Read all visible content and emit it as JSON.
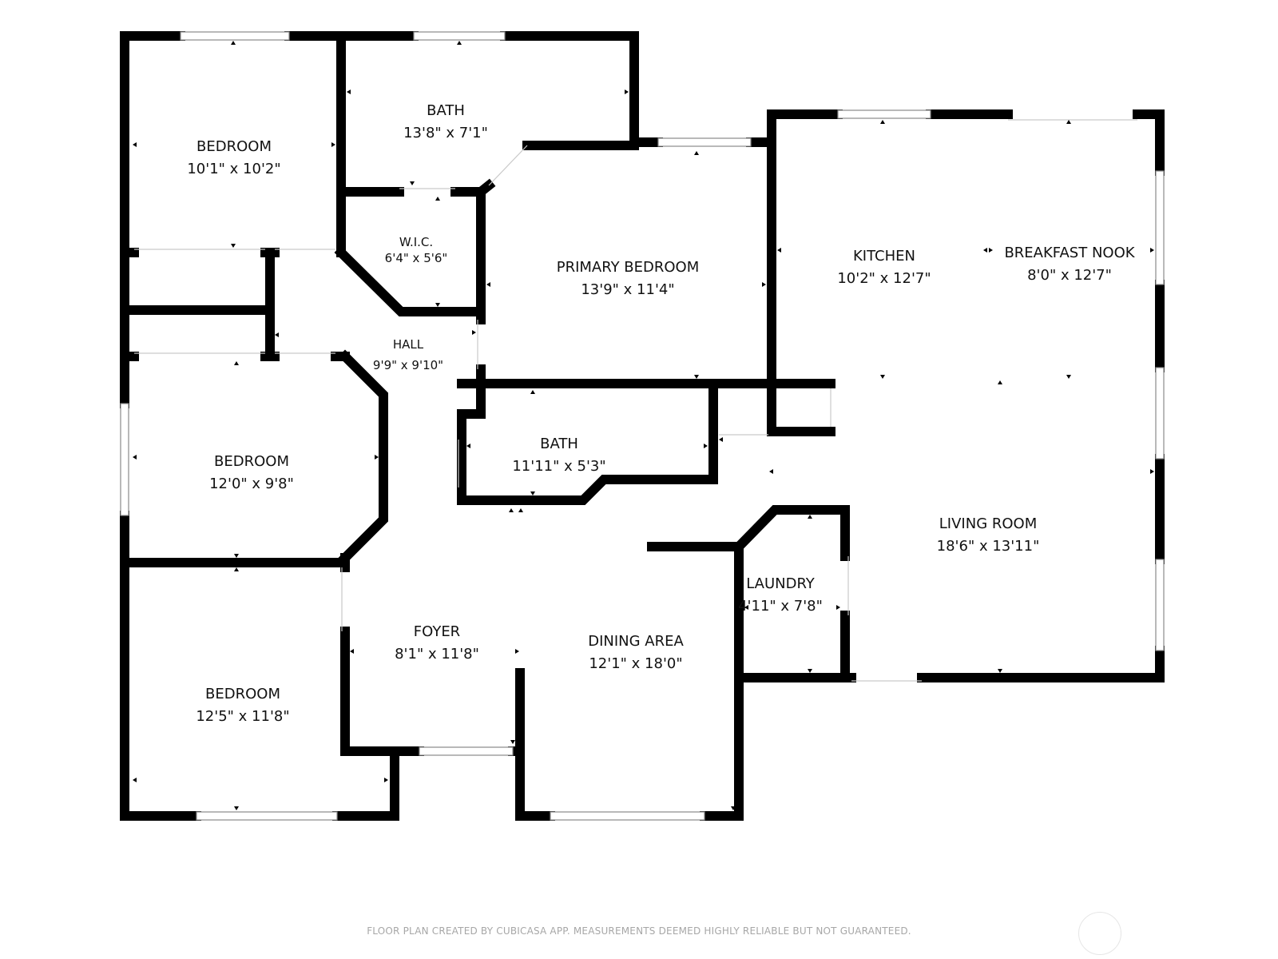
{
  "rooms": {
    "bedroom_nw": {
      "name": "BEDROOM",
      "dims": "10'1\" x 10'2\""
    },
    "bath_north": {
      "name": "BATH",
      "dims": "13'8\" x 7'1\""
    },
    "wic": {
      "name": "W.I.C.",
      "dims": "6'4\" x 5'6\""
    },
    "primary_bedroom": {
      "name": "PRIMARY BEDROOM",
      "dims": "13'9\" x 11'4\""
    },
    "kitchen": {
      "name": "KITCHEN",
      "dims": "10'2\" x 12'7\""
    },
    "breakfast_nook": {
      "name": "BREAKFAST NOOK",
      "dims": "8'0\" x 12'7\""
    },
    "hall": {
      "name": "HALL",
      "dims": "9'9\" x 9'10\""
    },
    "bedroom_west": {
      "name": "BEDROOM",
      "dims": "12'0\" x 9'8\""
    },
    "bath_center": {
      "name": "BATH",
      "dims": "11'11\" x 5'3\""
    },
    "living_room": {
      "name": "LIVING ROOM",
      "dims": "18'6\" x 13'11\""
    },
    "laundry": {
      "name": "LAUNDRY",
      "dims": "4'11\" x 7'8\""
    },
    "foyer": {
      "name": "FOYER",
      "dims": "8'1\" x 11'8\""
    },
    "dining_area": {
      "name": "DINING AREA",
      "dims": "12'1\" x 18'0\""
    },
    "bedroom_sw": {
      "name": "BEDROOM",
      "dims": "12'5\" x 11'8\""
    }
  },
  "footer": {
    "note": "FLOOR PLAN CREATED BY CUBICASA APP. MEASUREMENTS DEEMED HIGHLY RELIABLE BUT NOT GUARANTEED."
  },
  "colors": {
    "wall": "#000000",
    "window_frame": "#8a8a8a",
    "background": "#ffffff",
    "footer_text": "#a7a7a7"
  },
  "icons": {
    "logo": "cubicasa-logo-circle"
  }
}
